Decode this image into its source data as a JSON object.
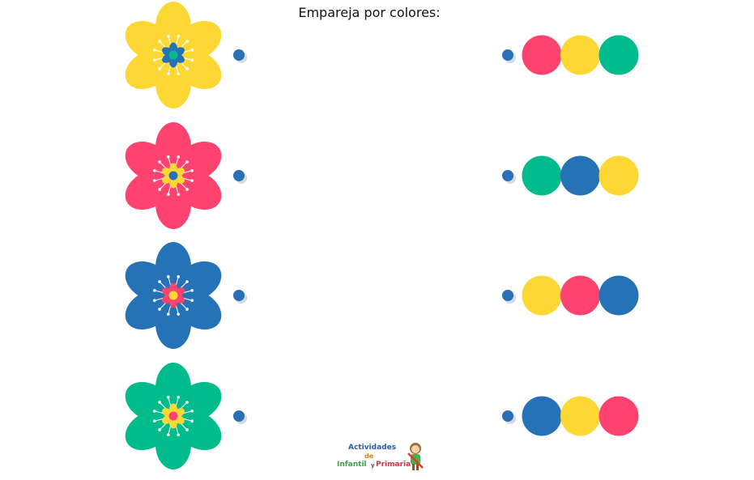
{
  "title": "Empareja por colores:",
  "palette": {
    "yellow": "#fdd835",
    "pink": "#ff4370",
    "blue": "#2672b6",
    "green": "#00bc8c",
    "dot": "#2b6fb5",
    "dot_shadow": "#d4dbe4"
  },
  "flowers": [
    {
      "name": "yellow",
      "petals": "yellow",
      "inner_petals": "blue",
      "center": "green"
    },
    {
      "name": "pink",
      "petals": "pink",
      "inner_petals": "yellow",
      "center": "blue"
    },
    {
      "name": "blue",
      "petals": "blue",
      "inner_petals": "pink",
      "center": "yellow"
    },
    {
      "name": "green",
      "petals": "green",
      "inner_petals": "yellow",
      "center": "pink"
    }
  ],
  "color_rows": [
    [
      "pink",
      "yellow",
      "green"
    ],
    [
      "green",
      "blue",
      "yellow"
    ],
    [
      "yellow",
      "pink",
      "blue"
    ],
    [
      "blue",
      "yellow",
      "pink"
    ]
  ],
  "logo": {
    "line1": "Actividades",
    "line2": "de",
    "line3a": "Infantil",
    "line3b": "y",
    "line3c": "Primaria"
  }
}
